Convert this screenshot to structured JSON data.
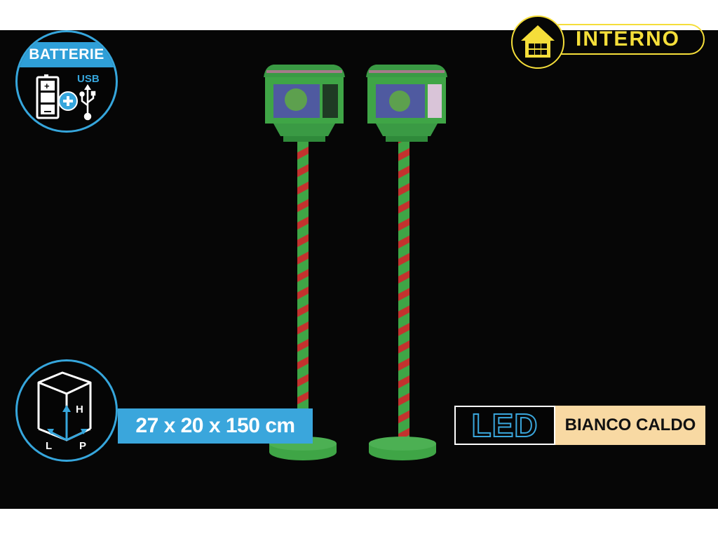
{
  "badges": {
    "power": {
      "title": "BATTERIE",
      "usb_label": "USB",
      "icons": [
        "battery-icon",
        "plus-icon",
        "usb-icon"
      ],
      "color": "#36a6dc"
    },
    "location": {
      "label": "INTERNO",
      "icon": "house-icon",
      "color": "#f5de3a"
    },
    "dimensions": {
      "value": "27 x 20 x 150 cm",
      "axis_h": "H",
      "axis_l": "L",
      "axis_p": "P",
      "icon": "box-dimensions-icon",
      "color": "#3aa6dc"
    },
    "light": {
      "type": "LED",
      "color_label": "BIANCO CALDO",
      "color_swatch": "#f8d9a3"
    }
  },
  "product": {
    "name": "christmas-post-lamp",
    "count": 2,
    "colors": {
      "green": "#3fa546",
      "red": "#c3322e"
    }
  }
}
